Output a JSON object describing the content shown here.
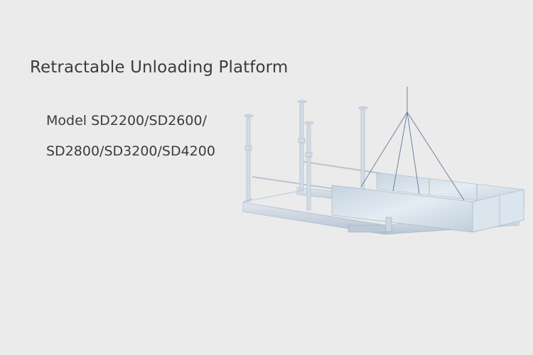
{
  "banner": {
    "title": "Retractable Unloading Platform",
    "model_line_1": "Model SD2200/SD2600/",
    "model_line_2": "SD2800/SD3200/SD4200"
  },
  "image": {
    "subject": "retractable-unloading-platform-illustration",
    "colors": {
      "background": "#ebebeb",
      "text": "#3c3c3c",
      "steel": "#c9d3de",
      "steel_dark": "#9fb0c2",
      "panel": "#d7e2ed",
      "cable": "#5f7896"
    }
  }
}
